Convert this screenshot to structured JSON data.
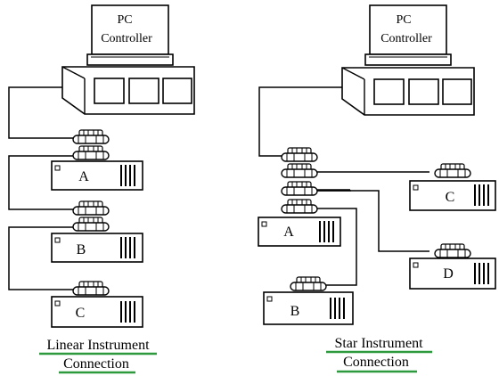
{
  "diagrams": {
    "linear": {
      "pc_line1": "PC",
      "pc_line2": "Controller",
      "devices": [
        "A",
        "B",
        "C"
      ],
      "caption_line1": "Linear Instrument",
      "caption_line2": "Connection"
    },
    "star": {
      "pc_line1": "PC",
      "pc_line2": "Controller",
      "devices": [
        "A",
        "B",
        "C",
        "D"
      ],
      "caption_line1": "Star Instrument",
      "caption_line2": "Connection"
    }
  },
  "colors": {
    "caption_underline": "#2e9a3e",
    "line": "#000000"
  }
}
